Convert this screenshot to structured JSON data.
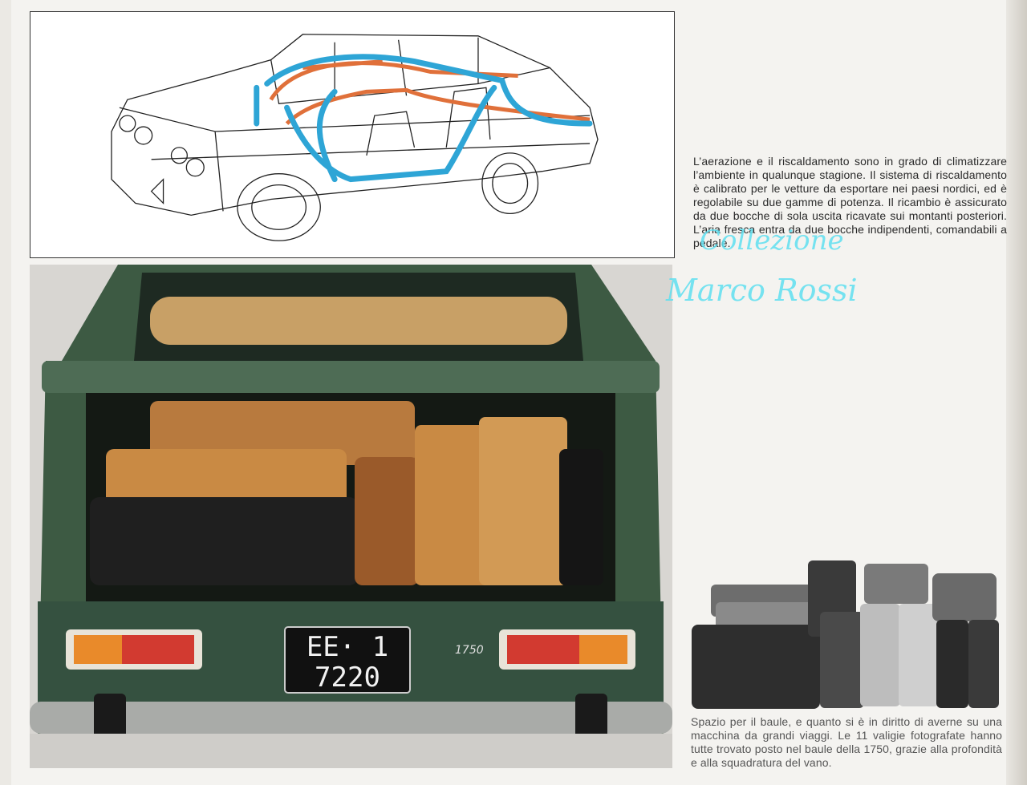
{
  "paragraphs": {
    "top": "L’aerazione e il riscaldamento sono in grado di climatizzare l’ambiente in qualunque stagione. Il sistema di riscaldamento è calibrato per le vetture da esportare nei paesi nordici, ed è regolabile su due gamme di potenza. Il ricambio è assicurato da due bocche di sola uscita ricavate sui montanti posteriori. L’aria fresca entra da due bocche indipendenti, comandabili a pedale.",
    "bottom": "Spazio per il baule, e quanto si è in diritto di averne su una macchina da grandi viaggi. Le 11 valigie fotografate hanno tutte trovato posto nel baule della 1750, grazie alla profondità e alla squadratura del vano."
  },
  "watermark": {
    "line1": "Collezione",
    "line2": "Marco Rossi"
  },
  "photo": {
    "plate_line1": "EE· 1",
    "plate_line2": "7220",
    "badge": "1750"
  },
  "colors": {
    "car_green": "#3d5a43",
    "air_blue": "#2ea5d6",
    "air_orange": "#e0703a",
    "luggage_tan": "#c98a44",
    "watermark": "#5fe0f0"
  }
}
